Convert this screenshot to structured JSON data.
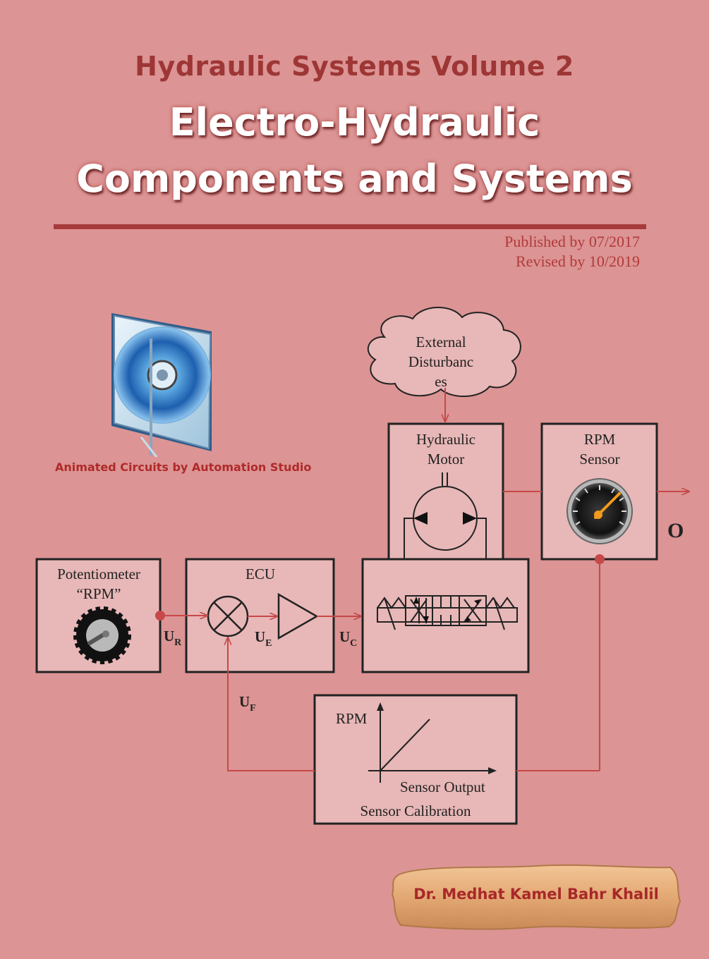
{
  "cover": {
    "series_title": "Hydraulic Systems Volume 2",
    "title_line1": "Electro-Hydraulic",
    "title_line2": "Components and Systems",
    "published": "Published by 07/2017",
    "revised": "Revised by 10/2019",
    "cd_caption": "Animated Circuits by Automation Studio",
    "author": "Dr. Medhat Kamel Bahr Khalil"
  },
  "diagram": {
    "disturbance": [
      "External",
      "Disturbanc",
      "es"
    ],
    "motor": [
      "Hydraulic",
      "Motor"
    ],
    "sensor": [
      "RPM",
      "Sensor"
    ],
    "output": "O",
    "potentiometer": [
      "Potentiometer",
      "“RPM”"
    ],
    "ecu": "ECU",
    "signals": {
      "ur_main": "U",
      "ur_sub": "R",
      "ue_main": "U",
      "ue_sub": "E",
      "uc_main": "U",
      "uc_sub": "C",
      "uf_main": "U",
      "uf_sub": "F"
    },
    "calibration": {
      "y_label": "RPM",
      "x_label": "Sensor Output",
      "caption": "Sensor Calibration"
    }
  },
  "colors": {
    "background": "#dc9494",
    "box_fill": "#e8b7b7",
    "line": "#c64848",
    "series_title": "#9e3636"
  }
}
